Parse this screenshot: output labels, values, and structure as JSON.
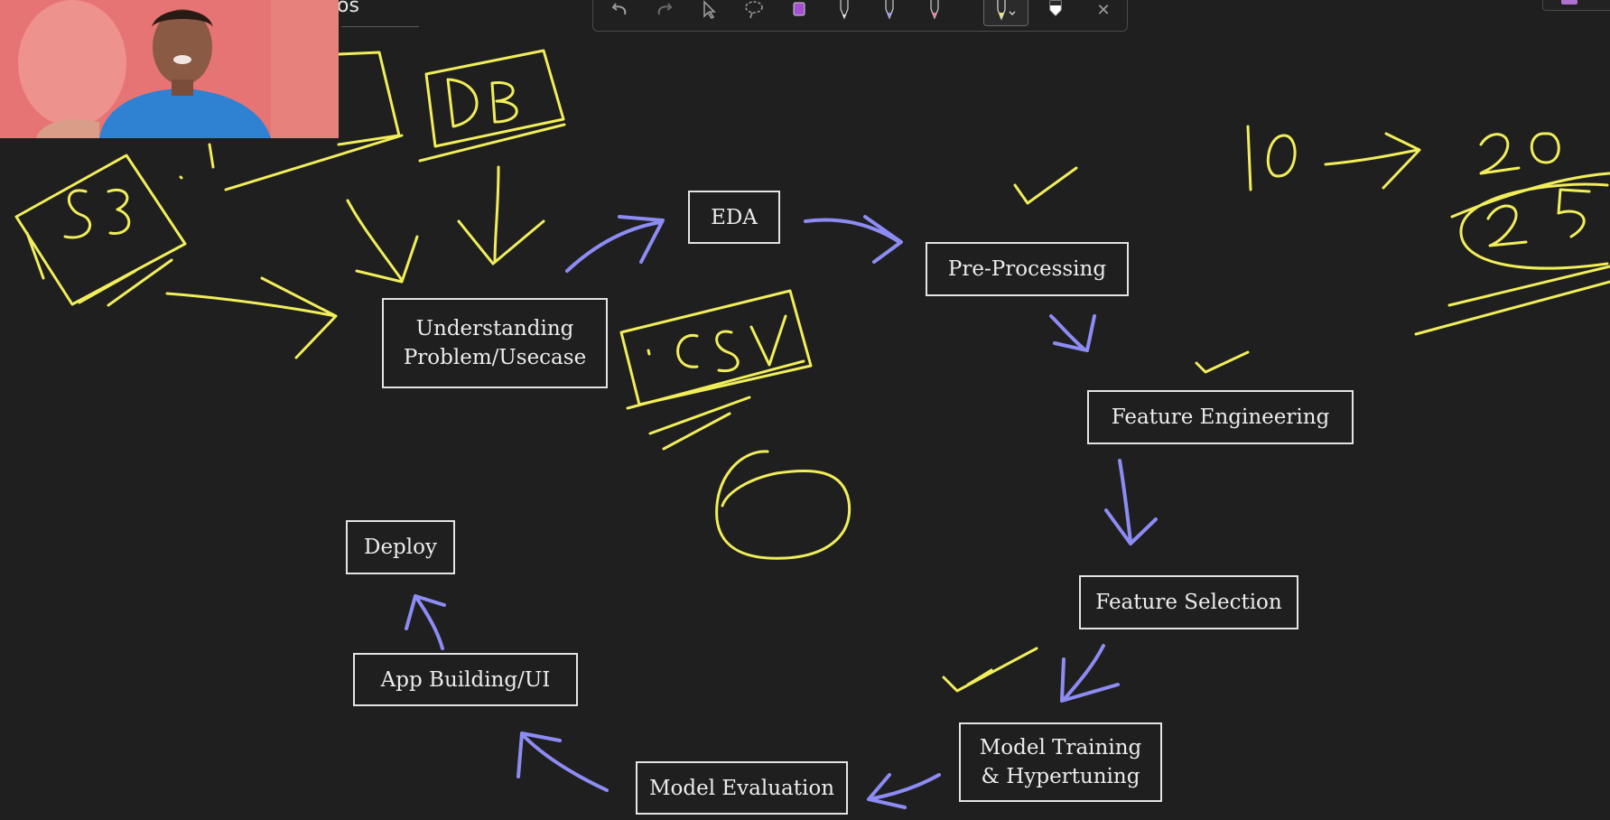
{
  "header": {
    "title_fragment": "os"
  },
  "toolbar": {
    "tools": [
      {
        "name": "undo-icon"
      },
      {
        "name": "redo-icon"
      },
      {
        "name": "cursor-icon"
      },
      {
        "name": "lasso-icon"
      },
      {
        "name": "highlighter-purple-icon",
        "color": "#a64fd0"
      },
      {
        "name": "pen-white-icon",
        "color": "#ffffff"
      },
      {
        "name": "pen-blue-icon",
        "color": "#8c8cff"
      },
      {
        "name": "pen-pink-icon",
        "color": "#ff6a9a"
      },
      {
        "name": "pen-yellow-icon",
        "color": "#f2f05a",
        "selected": true
      },
      {
        "name": "eraser-icon"
      },
      {
        "name": "close-icon"
      }
    ],
    "close_glyph": "✕"
  },
  "diagram": {
    "boxes": {
      "understanding": "Understanding\nProblem/Usecase",
      "eda": "EDA",
      "preprocessing": "Pre-Processing",
      "feature_engineering": "Feature Engineering",
      "feature_selection": "Feature Selection",
      "model_training": "Model Training\n& Hypertuning",
      "model_evaluation": "Model Evaluation",
      "app_building": "App Building/UI",
      "deploy": "Deploy"
    }
  },
  "annotations": {
    "ink_colors": {
      "yellow": "#f1ee5a",
      "blue": "#8d8cf5"
    },
    "handwritten": [
      "S3",
      "DB",
      ".CSV",
      "10",
      "20",
      "25"
    ]
  }
}
